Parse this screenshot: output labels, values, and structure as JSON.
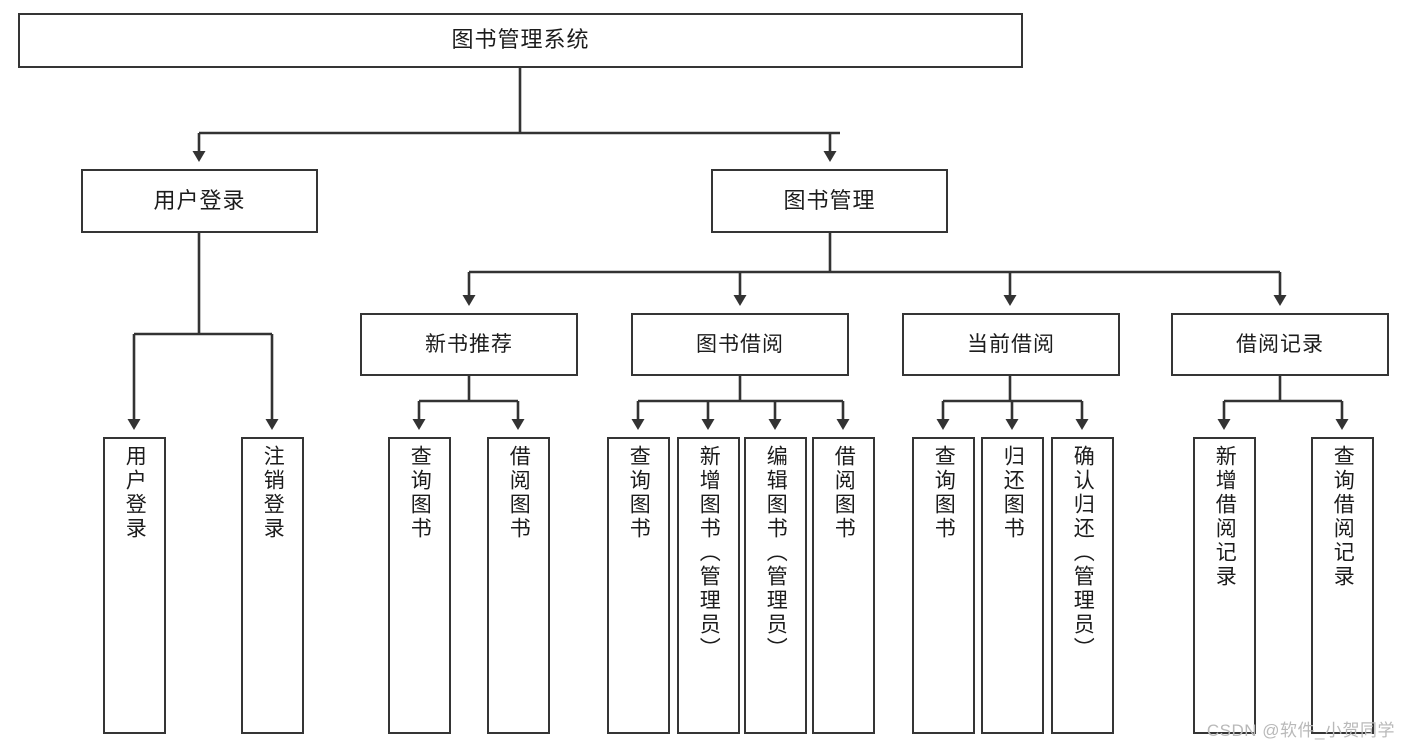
{
  "diagram": {
    "title": "图书管理系统",
    "type": "tree-hierarchy-diagram",
    "colors": {
      "node_border": "#353535",
      "node_fill": "#ffffff",
      "connector": "#333333",
      "text": "#1c1c1c",
      "watermark": "#b9b9b9",
      "background": "#ffffff"
    },
    "watermark": "CSDN @软件_小贺同学",
    "nodes": {
      "root": {
        "label": "图书管理系统"
      },
      "level2": [
        {
          "label": "用户登录"
        },
        {
          "label": "图书管理"
        }
      ],
      "level3": [
        {
          "label": "新书推荐"
        },
        {
          "label": "图书借阅"
        },
        {
          "label": "当前借阅"
        },
        {
          "label": "借阅记录"
        }
      ],
      "leaves": {
        "user_login": [
          {
            "label": "用户登录"
          },
          {
            "label": "注销登录"
          }
        ],
        "new_book_recommend": [
          {
            "label": "查询图书"
          },
          {
            "label": "借阅图书"
          }
        ],
        "book_borrow": [
          {
            "label": "查询图书"
          },
          {
            "label": "新增图书（管理员）"
          },
          {
            "label": "编辑图书（管理员）"
          },
          {
            "label": "借阅图书"
          }
        ],
        "current_borrow": [
          {
            "label": "查询图书"
          },
          {
            "label": "归还图书"
          },
          {
            "label": "确认归还（管理员）"
          }
        ],
        "borrow_record": [
          {
            "label": "新增借阅记录"
          },
          {
            "label": "查询借阅记录"
          }
        ]
      }
    }
  }
}
